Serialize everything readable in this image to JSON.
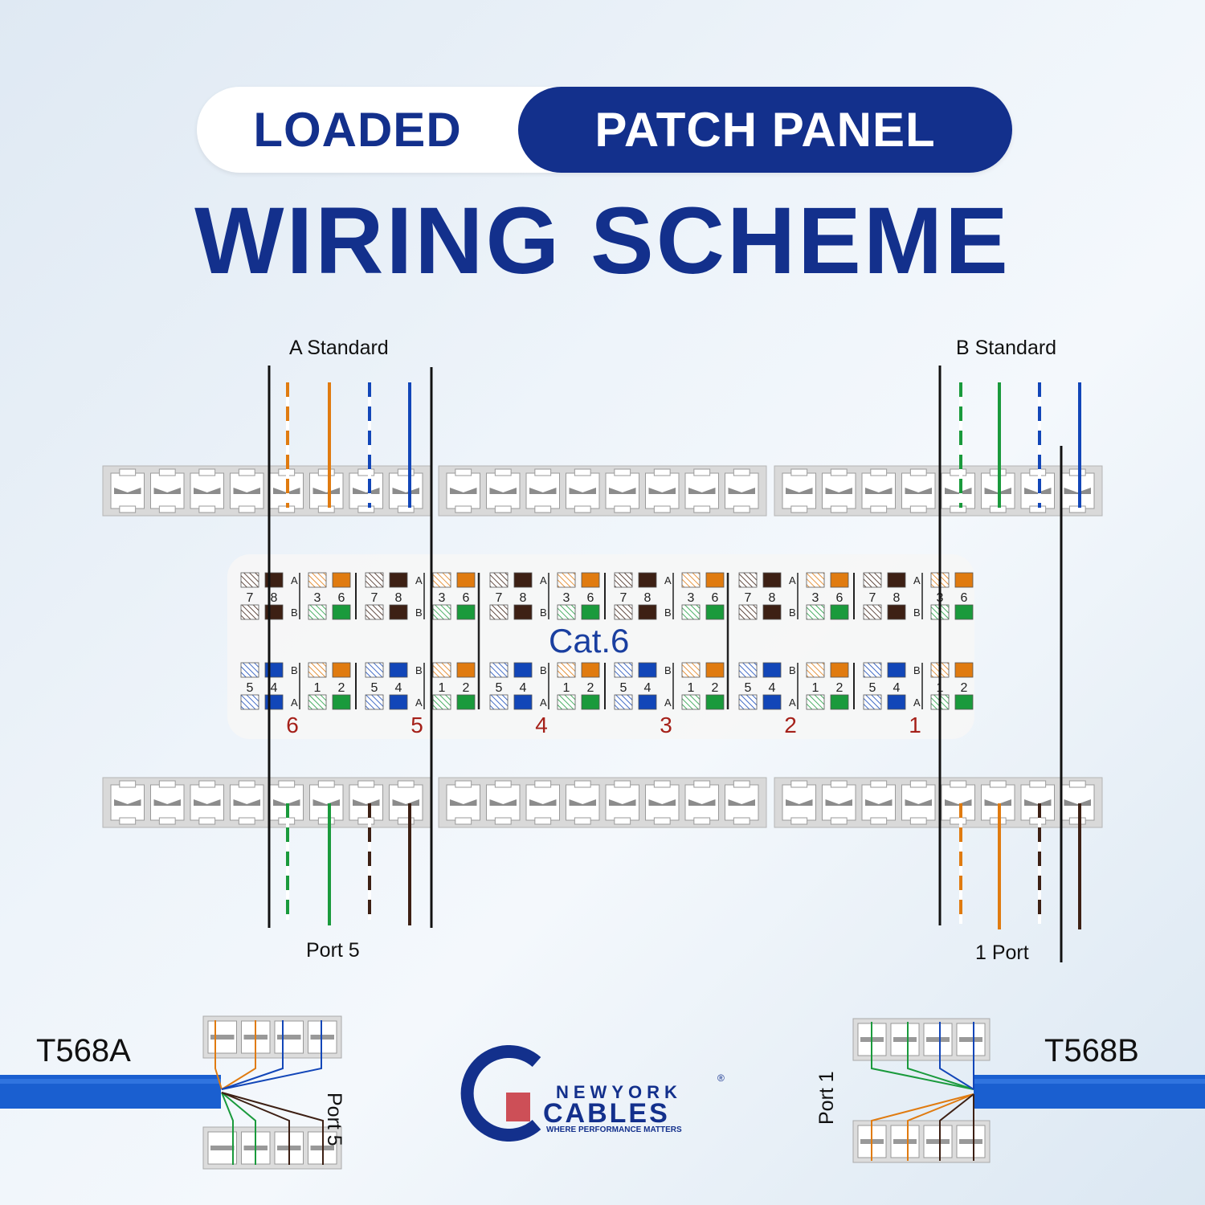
{
  "title": {
    "left": "LOADED",
    "right": "PATCH PANEL"
  },
  "subtitle": "WIRING SCHEME",
  "labels": {
    "a_standard": "A Standard",
    "b_standard": "B Standard",
    "port5": "Port 5",
    "port1": "1 Port",
    "t568a": "T568A",
    "t568b": "T568B",
    "port5_vertical": "Port 5",
    "port1_vertical": "Port 1",
    "cat": "Cat.6"
  },
  "board": {
    "port_numbers": [
      "6",
      "5",
      "4",
      "3",
      "2",
      "1"
    ],
    "top_pins": [
      "7",
      "8",
      "3",
      "6"
    ],
    "bottom_pins": [
      "5",
      "4",
      "1",
      "2"
    ],
    "row_letters_top": [
      "A",
      "B"
    ],
    "row_letters_bottom": [
      "B",
      "A"
    ]
  },
  "logo": {
    "line1": "NEWYORK",
    "line2": "CABLES",
    "tagline": "WHERE PERFORMANCE MATTERS",
    "mark": "®"
  },
  "colors": {
    "brand": "#13308c",
    "orange": "#e07b10",
    "green": "#1a9a3c",
    "blue": "#1246b8",
    "brown": "#3d2014",
    "port_red": "#a52019",
    "cable": "#1a5fd0"
  }
}
